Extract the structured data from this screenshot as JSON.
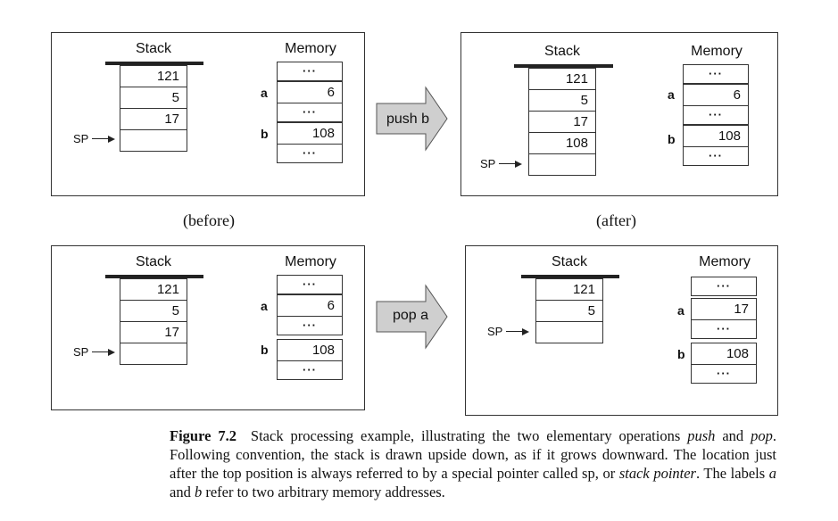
{
  "headers": {
    "stack": "Stack",
    "memory": "Memory"
  },
  "labels": {
    "sp": "SP",
    "a": "a",
    "b": "b",
    "dots": "···"
  },
  "captions": {
    "before": "(before)",
    "after": "(after)"
  },
  "operations": {
    "push": "push b",
    "pop": "pop a"
  },
  "panels": {
    "top_left": {
      "stack": [
        "121",
        "5",
        "17",
        ""
      ],
      "memory": {
        "a": "6",
        "b": "108"
      }
    },
    "top_right": {
      "stack": [
        "121",
        "5",
        "17",
        "108",
        ""
      ],
      "memory": {
        "a": "6",
        "b": "108"
      }
    },
    "bottom_left": {
      "stack": [
        "121",
        "5",
        "17",
        ""
      ],
      "memory": {
        "a": "6",
        "b": "108"
      }
    },
    "bottom_right": {
      "stack": [
        "121",
        "5",
        ""
      ],
      "memory": {
        "a": "17",
        "b": "108"
      }
    }
  },
  "figure": {
    "label": "Figure 7.2",
    "t1": "Stack processing example, illustrating the two elementary operations ",
    "push": "push",
    "t2": " and ",
    "pop": "pop",
    "t3": ". Following convention, the stack is drawn upside down, as if it grows downward. The location just after the top position is always referred to by a special pointer called sp, or ",
    "stack_pointer": "stack pointer",
    "t4": ". The labels ",
    "a": "a",
    "t5": " and ",
    "b": "b",
    "t6": " refer to two arbitrary memory addresses."
  }
}
